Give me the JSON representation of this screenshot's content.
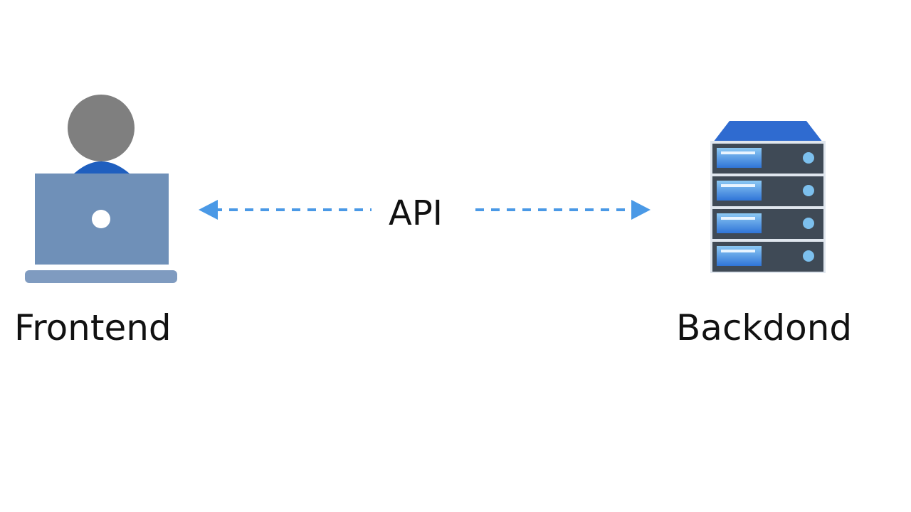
{
  "diagram": {
    "nodes": [
      {
        "id": "frontend",
        "label": "Frontend",
        "icon": "user-laptop-icon"
      },
      {
        "id": "backend",
        "label": "Backdond",
        "icon": "server-rack-icon"
      }
    ],
    "edges": [
      {
        "from": "frontend",
        "to": "backend",
        "label": "API",
        "style": "dashed",
        "direction": "bidirectional"
      }
    ]
  },
  "colors": {
    "head_gray": "#7f7f7f",
    "laptop_body": "#6f90b8",
    "laptop_base": "#7f9bc0",
    "shirt_blue": "#1f5fbf",
    "server_top": "#2f6bd0",
    "server_unit": "#3f4a56",
    "server_frame": "#dfe6ee",
    "server_light": "#7cc0ee",
    "server_slot_top": "#8cc8f4",
    "server_slot_bottom": "#2f74d8",
    "arrow": "#4a99e6"
  }
}
